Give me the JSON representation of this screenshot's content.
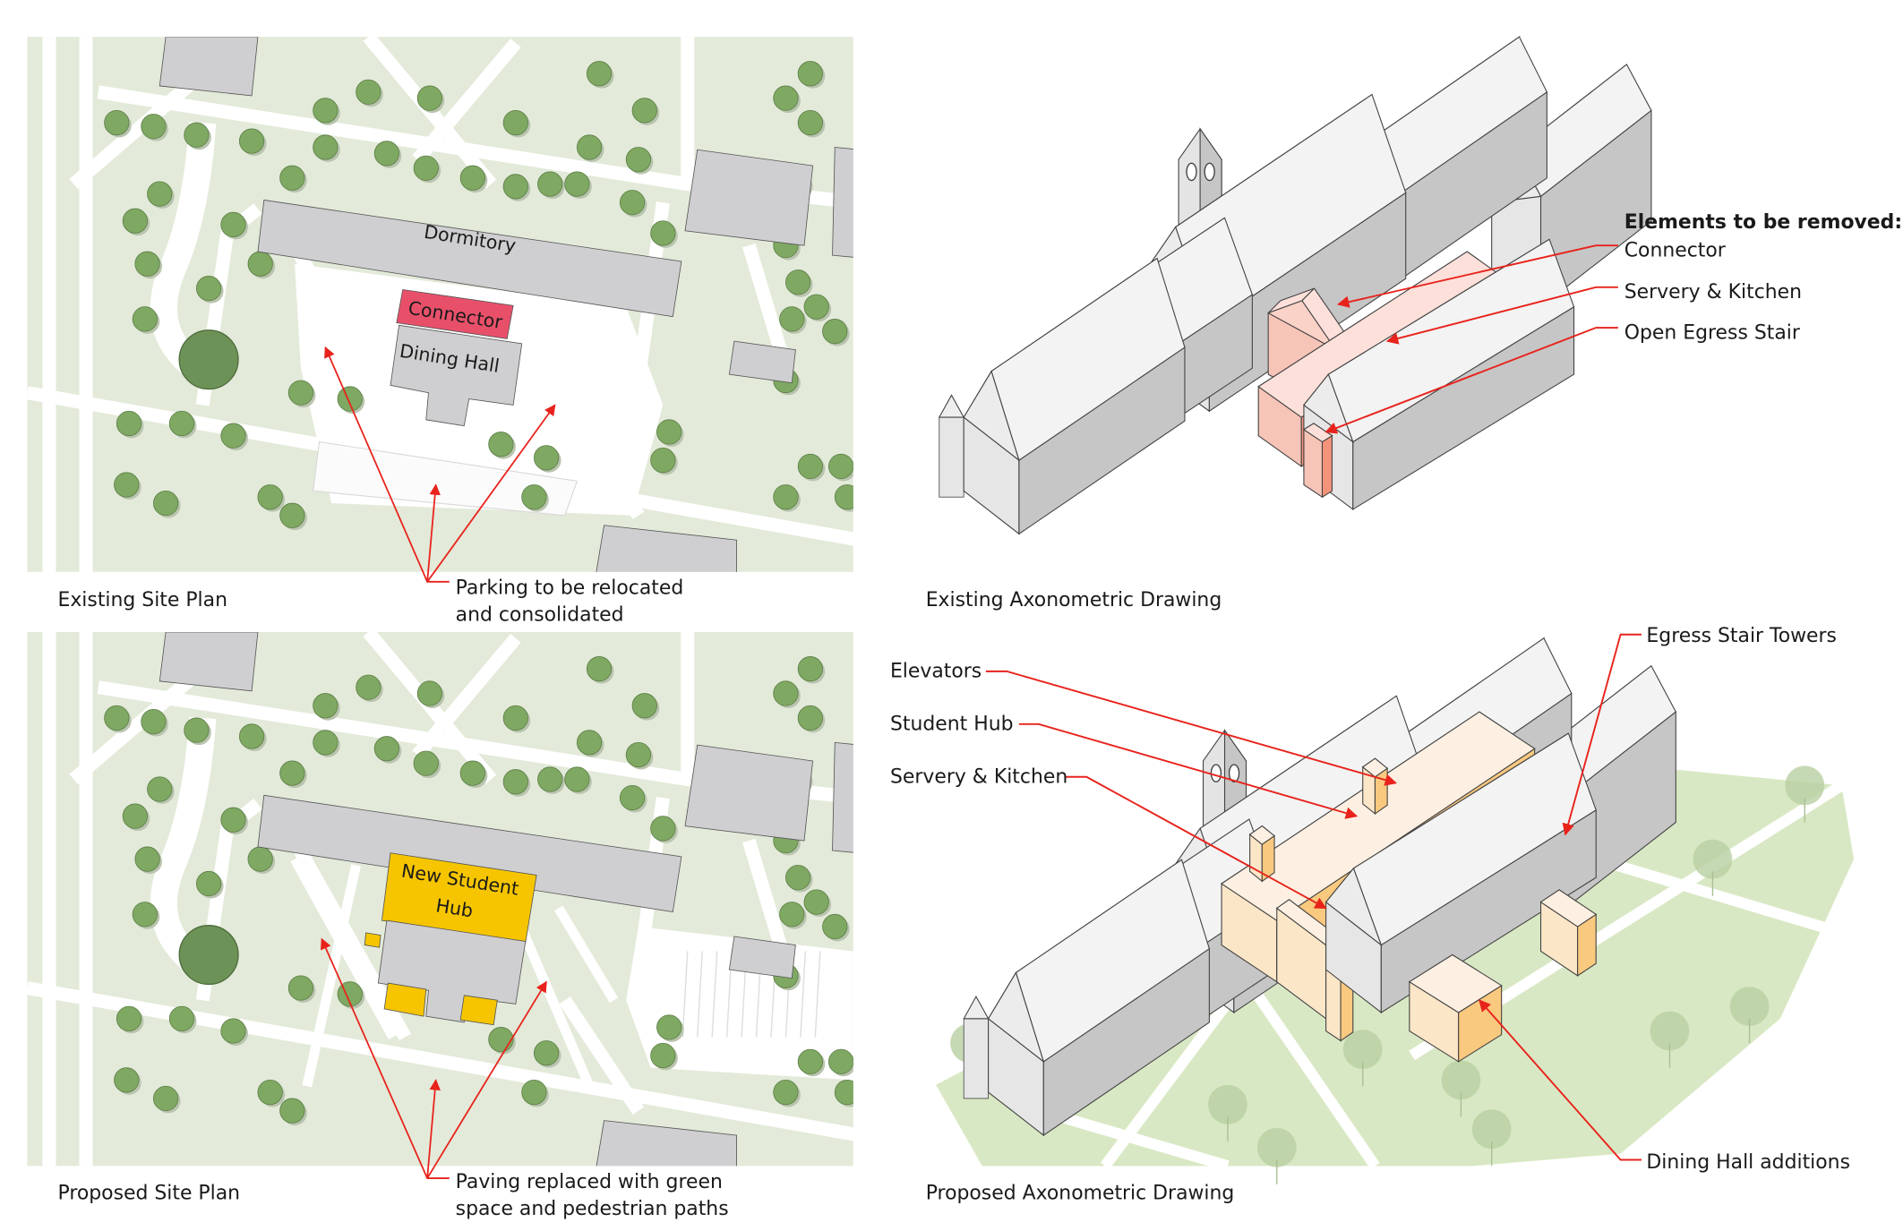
{
  "colors": {
    "ground": "#e3ead9",
    "path": "#ffffff",
    "building": "#cfcfd1",
    "connector": "#e8506a",
    "hub": "#f6c500",
    "arrow": "#e8231c",
    "tree": "#7fa862",
    "lawn": "#d9e8c4",
    "removed": "#f7c4b8",
    "removed_dark": "#f4937a",
    "new_roof": "#fdf0e2",
    "new_tower": "#f9c97f"
  },
  "existing_site": {
    "caption": "Existing Site Plan",
    "dormitory": "Dormitory",
    "connector": "Connector",
    "dining_hall": "Dining Hall",
    "note_line1": "Parking to be relocated",
    "note_line2": "and consolidated"
  },
  "proposed_site": {
    "caption": "Proposed Site Plan",
    "hub_line1": "New Student",
    "hub_line2": "Hub",
    "note_line1": "Paving replaced with green",
    "note_line2": "space and pedestrian paths"
  },
  "existing_axo": {
    "caption": "Existing Axonometric Drawing",
    "heading": "Elements to be removed:",
    "items": [
      "Connector",
      "Servery & Kitchen",
      "Open Egress Stair"
    ]
  },
  "proposed_axo": {
    "caption": "Proposed Axonometric Drawing",
    "items": [
      "Elevators",
      "Student Hub",
      "Servery & Kitchen",
      "Egress Stair Towers",
      "Dining Hall additions"
    ]
  }
}
